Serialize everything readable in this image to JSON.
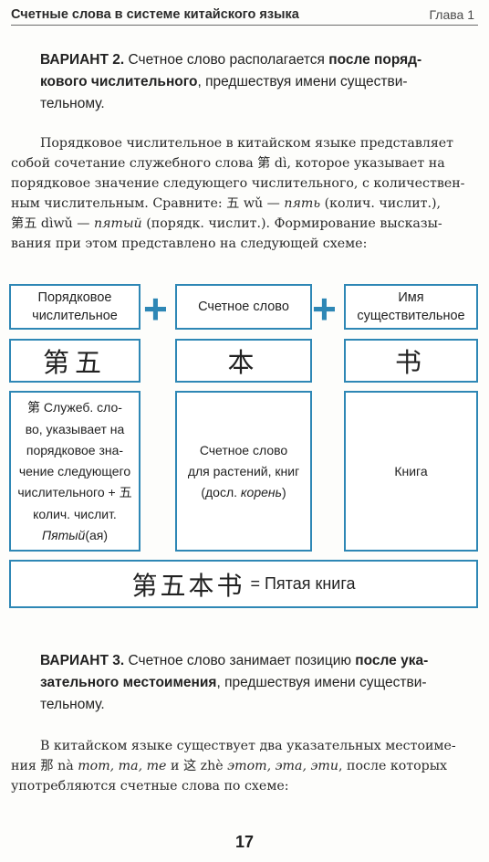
{
  "header": {
    "title": "Счетные слова в системе китайского языка",
    "chapter": "Глава 1"
  },
  "variant2": {
    "label": "ВАРИАНТ 2.",
    "text_a": " Счетное слово располагается ",
    "bold_a": "после поряд-",
    "bold_b": "кового числительного",
    "text_b": ", предшествуя имени существи-",
    "text_c": "тельному."
  },
  "para1": {
    "l1": "Порядковое числительное в китайском языке представляет",
    "l2a": "собой сочетание служебного слова ",
    "l2_hanzi": "第",
    "l2b": " dì, которое указывает на",
    "l3": "порядковое значение следующего числительного, с количествен-",
    "l4a": "ным числительным. Сравните: ",
    "l4_hanzi": "五",
    "l4b": " wǔ — ",
    "l4_italic": "пять",
    "l4c": " (колич. числит.),",
    "l5_hanzi": "第五",
    "l5a": " dìwǔ — ",
    "l5_italic": "пятый",
    "l5b": " (порядк. числит.). Формирование высказы-",
    "l6": "вания при этом представлено на следующей схеме:"
  },
  "scheme": {
    "plus": "+",
    "col1": {
      "header_l1": "Порядковое",
      "header_l2": "числительное",
      "hanzi": "第五",
      "d1_hanzi": "第",
      "d1": " Служеб. сло-",
      "d2": "во, указывает на",
      "d3": "порядковое зна-",
      "d4": "чение следующего",
      "d5": "числительного + ",
      "d5_hanzi": "五",
      "d6": "колич. числит.",
      "d7_italic": "Пятый",
      "d7": "(ая)"
    },
    "col2": {
      "header": "Счетное слово",
      "hanzi": "本",
      "d1": "Счетное слово",
      "d2": "для растений, книг",
      "d3a": "(досл. ",
      "d3_italic": "корень",
      "d3b": ")"
    },
    "col3": {
      "header_l1": "Имя",
      "header_l2": "существительное",
      "hanzi": "书",
      "desc": "Книга"
    },
    "result_hanzi": "第五本书",
    "result_text": "= Пятая книга"
  },
  "variant3": {
    "label": "ВАРИАНТ 3.",
    "text_a": " Счетное слово занимает позицию ",
    "bold_a": "после ука-",
    "bold_b": "зательного местоимения",
    "text_b": ", предшествуя имени существи-",
    "text_c": "тельному."
  },
  "para2": {
    "l1": "В китайском языке существует два указательных местоиме-",
    "l2a": "ния ",
    "l2_hanzi1": "那",
    "l2b": " nà ",
    "l2_italic1": "тот, та, те",
    "l2c": " и ",
    "l2_hanzi2": "这",
    "l2d": " zhè ",
    "l2_italic2": "этот, эта, эти",
    "l2e": ", после которых",
    "l3": "употребляются счетные слова по схеме:"
  },
  "page_number": "17",
  "colors": {
    "accent": "#2e87b5"
  }
}
